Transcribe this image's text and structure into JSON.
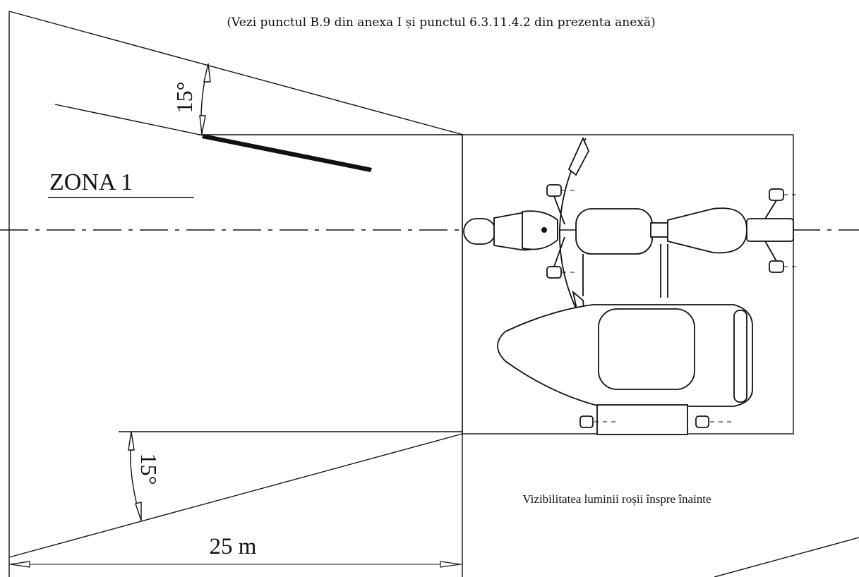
{
  "figure": {
    "header_note": "(Vezi punctul B.9 din anexa I și punctul 6.3.11.4.2 din prezenta anexă)",
    "zone_label": "ZONA 1",
    "angle_top": "15°",
    "angle_bottom": "15°",
    "distance": "25 m",
    "visibility_note": "Vizibilitatea luminii roșii înspre înainte"
  }
}
